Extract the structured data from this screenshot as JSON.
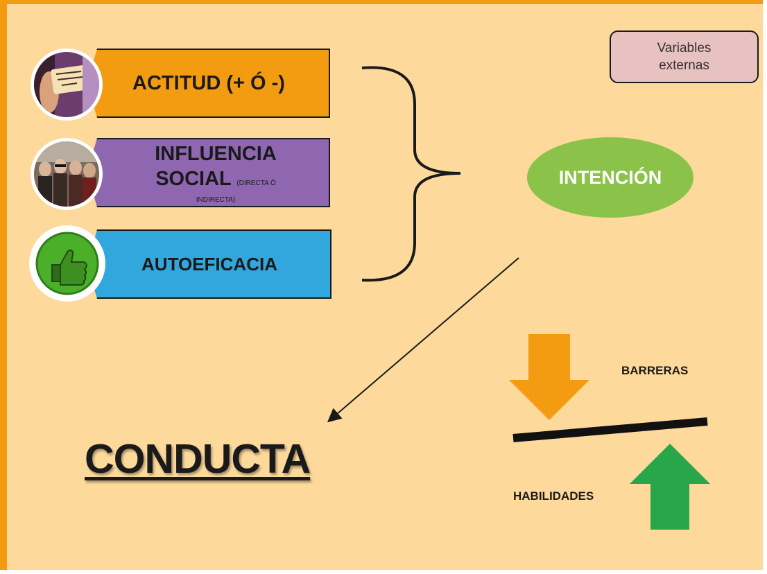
{
  "factors": {
    "actitud": {
      "label": "ACTITUD (+ Ó -)",
      "icon": "sign-photo"
    },
    "influencia": {
      "label_main_1": "INFLUENCIA",
      "label_main_2": "SOCIAL",
      "label_small_1": "(DIRECTA Ó",
      "label_small_2": "INDIRECTA)",
      "icon": "group-photo"
    },
    "autoeficacia": {
      "label": "AUTOEFICACIA",
      "icon": "thumbs-up-icon"
    }
  },
  "variables_externas": "Variables\nexternas",
  "intencion": "INTENCIÓN",
  "conducta": "CONDUCTA",
  "barreras": "BARRERAS",
  "habilidades": "HABILIDADES",
  "colors": {
    "background": "#fdd99b",
    "frame": "#f39c12",
    "actitud": "#f39c12",
    "influencia": "#8e67b0",
    "autoeficacia": "#31a7de",
    "intencion": "#8bc34a",
    "variables": "#e8c2c0",
    "arrow_down": "#f39c12",
    "arrow_up": "#27a64a"
  }
}
